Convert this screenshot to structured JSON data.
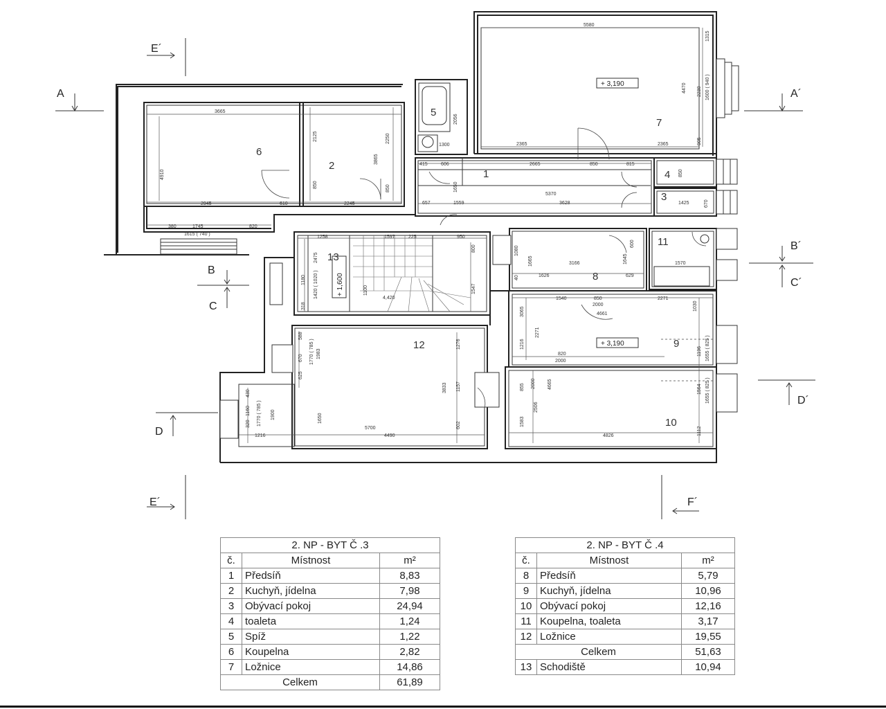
{
  "rooms": {
    "r1": "1",
    "r2": "2",
    "r3": "3",
    "r4": "4",
    "r5": "5",
    "r6": "6",
    "r7": "7",
    "r8": "8",
    "r9": "9",
    "r10": "10",
    "r11": "11",
    "r12": "12",
    "r13": "13"
  },
  "levels": {
    "top": "+ 3,190",
    "bottom": "+ 3,190",
    "stair": "+ 1,600"
  },
  "sections": {
    "e_top": "E´",
    "a_left": "A",
    "a_right": "A´",
    "b_left": "B",
    "c_left": "C",
    "b_right": "B´",
    "c_right": "C´",
    "d_left": "D",
    "d_right": "D´",
    "e_bottom": "E´",
    "f_bottom": "F´"
  },
  "dims": {
    "d5580": "5580",
    "d3665": "3665",
    "d2125": "2125",
    "d2250": "2250",
    "d4910": "4910",
    "d850a": "850",
    "d2945": "2945",
    "d610": "610",
    "d2245": "2245",
    "d3865": "3865",
    "d850b": "850",
    "d380": "380",
    "d1745": "1745",
    "d820": "820",
    "d1615": "1615 ( 740 )",
    "d2365a": "2365",
    "d2365b": "2365",
    "d4470": "4470",
    "d2230": "2230",
    "d1600": "1600 ( 940 )",
    "d1315": "1315",
    "d905": "905",
    "d2056": "2056",
    "d1300": "1300",
    "d415": "415",
    "d606": "606",
    "d2665": "2665",
    "d850c": "850",
    "d815": "815",
    "d1650": "1650",
    "d5370": "5370",
    "d657": "657",
    "d1559": "1559",
    "d3628": "3628",
    "d850d": "850",
    "d1425": "1425",
    "d670": "670",
    "d1258": "1258",
    "d1597": "1597",
    "d225": "225",
    "d950": "950",
    "d800": "800",
    "d2475": "2475",
    "d1420": "1420 ( 1020 )",
    "d1180": "1180",
    "d1100": "1100",
    "d1547": "1547",
    "d4": "4,420",
    "d318": "318",
    "d1080": "1080",
    "d1665": "1665",
    "d3166": "3166",
    "d1645": "1645",
    "d600": "600",
    "d1626": "1626",
    "d629": "629",
    "d40": "40",
    "d1570": "1570",
    "d1540": "1540",
    "d850e": "850",
    "d2000a": "2000",
    "d2271": "2271",
    "d4661": "4661",
    "d2271b": "2271",
    "d3065": "3065",
    "d1030": "1030",
    "d1216": "1216",
    "d820b": "820",
    "d2000b": "2000",
    "d1196": "1196",
    "d1655": "1655 ( 825 )",
    "d855": "855",
    "d2000c": "2000",
    "d4665": "4665",
    "d2506": "2506",
    "d1583": "1583",
    "d4826": "4826",
    "d1112": "1112",
    "d1564": "1564",
    "d1655b": "1655 ( 825 )",
    "d588": "588",
    "d670b": "670",
    "d1770a": "1770 ( 785 )",
    "d1983": "1983",
    "d625": "625",
    "d1276": "1276",
    "d3833": "3833",
    "d1157": "1157",
    "d1650b": "1650",
    "d602": "602",
    "d430": "430",
    "d320": "320",
    "d1160": "1160",
    "d1770b": "1770 ( 785 )",
    "d1900": "1900",
    "d1216b": "1216",
    "d5700": "5700",
    "d4490": "4490"
  },
  "table3": {
    "title": "2. NP - BYT Č .3",
    "col_no": "č.",
    "col_room": "Místnost",
    "col_area": "m²",
    "rows": [
      {
        "no": "1",
        "name": "Předsíň",
        "area": "8,83"
      },
      {
        "no": "2",
        "name": "Kuchyň, jídelna",
        "area": "7,98"
      },
      {
        "no": "3",
        "name": "Obývací pokoj",
        "area": "24,94"
      },
      {
        "no": "4",
        "name": "toaleta",
        "area": "1,24"
      },
      {
        "no": "5",
        "name": "Spíž",
        "area": "1,22"
      },
      {
        "no": "6",
        "name": "Koupelna",
        "area": "2,82"
      },
      {
        "no": "7",
        "name": "Ložnice",
        "area": "14,86"
      }
    ],
    "total_label": "Celkem",
    "total": "61,89"
  },
  "table4": {
    "title": "2. NP - BYT Č .4",
    "col_no": "č.",
    "col_room": "Místnost",
    "col_area": "m²",
    "rows": [
      {
        "no": "8",
        "name": "Předsíň",
        "area": "5,79"
      },
      {
        "no": "9",
        "name": "Kuchyň, jídelna",
        "area": "10,96"
      },
      {
        "no": "10",
        "name": "Obývací pokoj",
        "area": "12,16"
      },
      {
        "no": "11",
        "name": "Koupelna, toaleta",
        "area": "3,17"
      },
      {
        "no": "12",
        "name": "Ložnice",
        "area": "19,55"
      }
    ],
    "total_label": "Celkem",
    "total": "51,63",
    "extra": {
      "no": "13",
      "name": "Schodiště",
      "area": "10,94"
    }
  }
}
